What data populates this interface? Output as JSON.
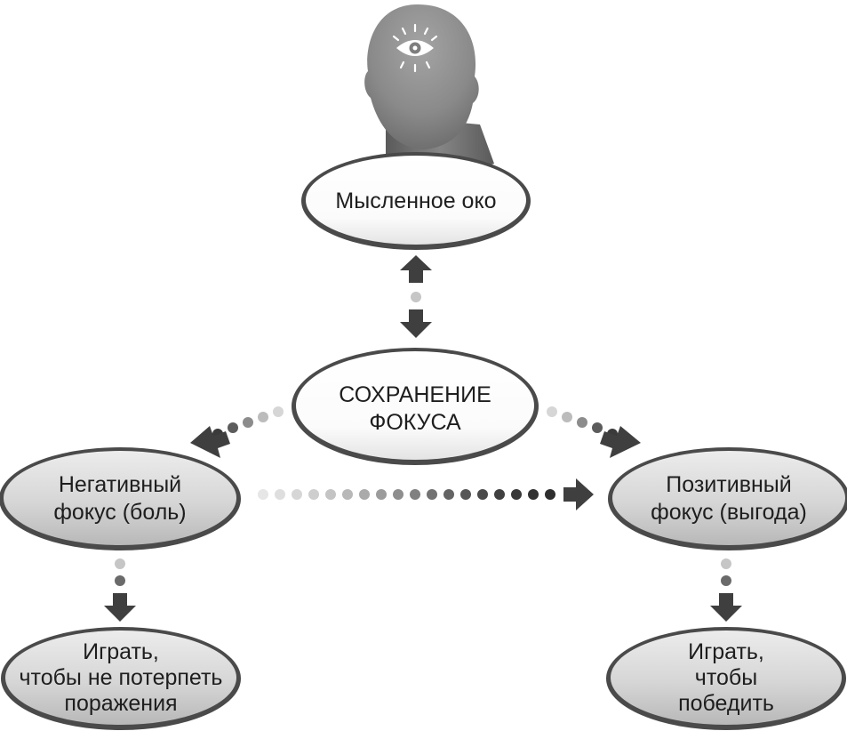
{
  "nodes": {
    "mind_eye": {
      "label": "Мысленное око"
    },
    "focus": {
      "line1": "СОХРАНЕНИЕ",
      "line2": "ФОКУСА"
    },
    "negative": {
      "line1": "Негативный",
      "line2": "фокус (боль)"
    },
    "positive": {
      "line1": "Позитивный",
      "line2": "фокус (выгода)"
    },
    "play_not_lose": {
      "line1": "Играть,",
      "line2": "чтобы не потерпеть",
      "line3": "поражения"
    },
    "play_win": {
      "line1": "Играть,",
      "line2": "чтобы",
      "line3": "победить"
    }
  },
  "icons": {
    "head": "head-icon",
    "eye": "eye-icon"
  },
  "colors": {
    "arrow": "#3f3f3f",
    "dot_light": "#d6d6d6",
    "dot_dark": "#2e2e2e"
  }
}
